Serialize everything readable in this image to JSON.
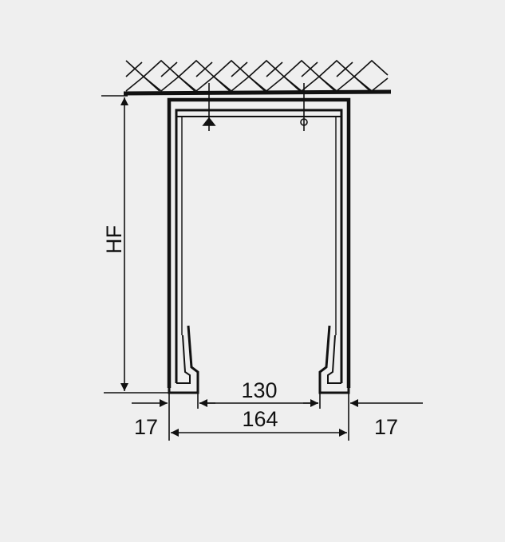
{
  "diagram": {
    "height_label": "HF",
    "inner_width_label": "130",
    "outer_width_label": "164",
    "left_wall_label": "17",
    "right_wall_label": "17"
  },
  "colors": {
    "background": "#efefef",
    "line": "#111111"
  }
}
